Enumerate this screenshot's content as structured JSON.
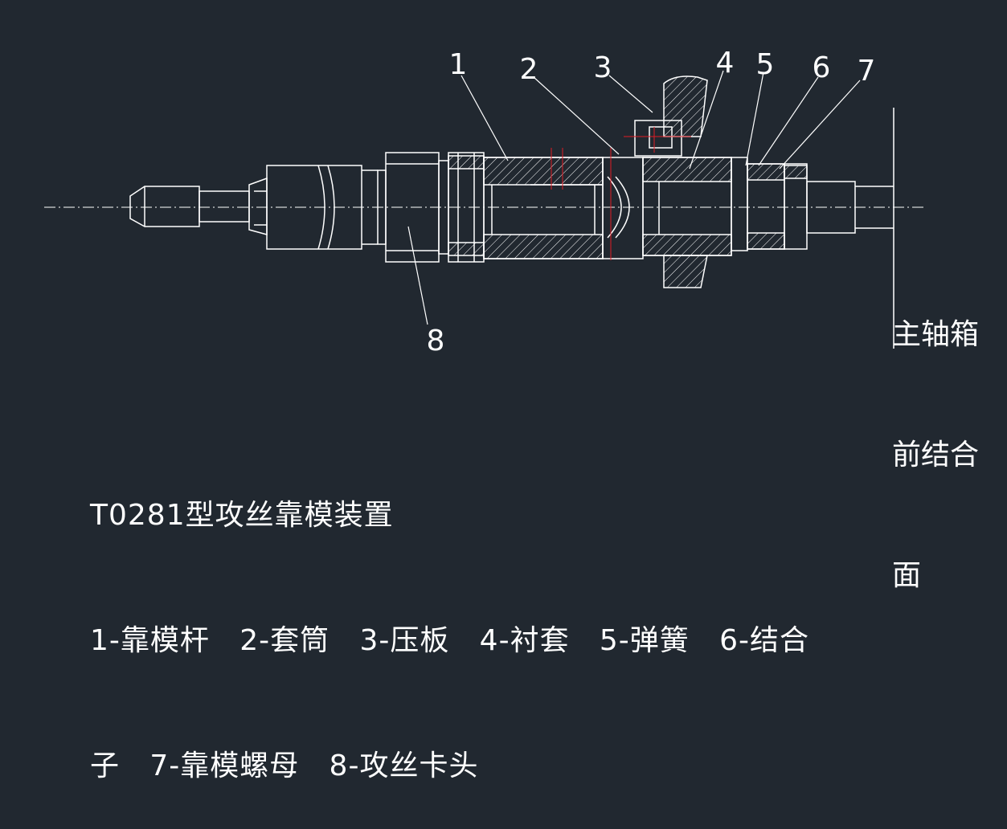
{
  "colors": {
    "background": "#212830",
    "line": "#ffffff",
    "centerline": "#ffffff",
    "accent": "#e01b24"
  },
  "diagram": {
    "callouts": [
      "1",
      "2",
      "3",
      "4",
      "5",
      "6",
      "7",
      "8"
    ],
    "side_label": {
      "line1": "主轴箱",
      "line2": "前结合",
      "line3": "面"
    }
  },
  "caption": {
    "title": "T0281型攻丝靠模装置",
    "legend_line1": "1-靠模杆   2-套筒   3-压板   4-衬套   5-弹簧   6-结合",
    "legend_line2": "子   7-靠模螺母   8-攻丝卡头"
  }
}
